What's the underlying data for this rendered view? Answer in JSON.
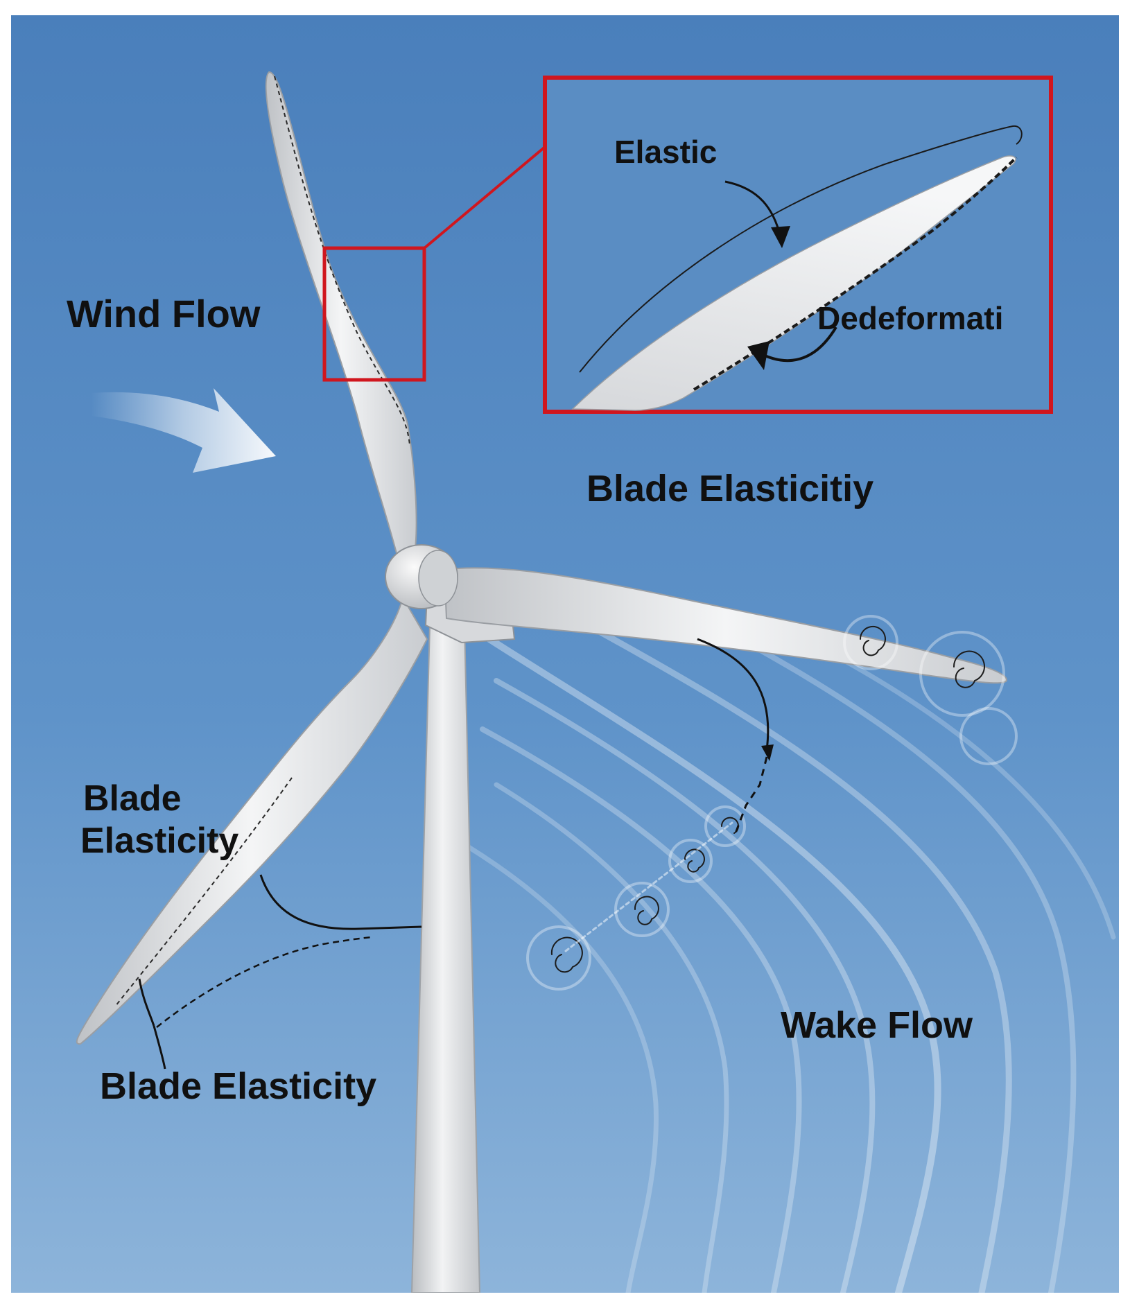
{
  "labels": {
    "wind_flow": "Wind Flow",
    "elastic": "Elastic",
    "dedeformati": "Dedeformati",
    "blade_elasticitiy": "Blade Elasticitiy",
    "blade_elasticity_left_line1": "Blade",
    "blade_elasticity_left_line2": "Elasticity",
    "blade_elasticity_bottom": "Blade Elasticity",
    "wake_flow": "Wake Flow"
  },
  "colors": {
    "sky_top": "#4a7fbb",
    "sky_bottom": "#8db4da",
    "callout_red": "#d0161e",
    "turbine": "#e4e6e8",
    "text": "#101010"
  }
}
